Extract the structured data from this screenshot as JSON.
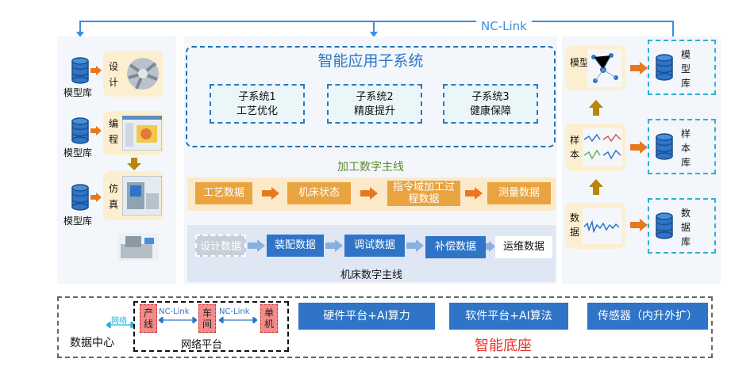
{
  "top_link": {
    "label": "NC-Link"
  },
  "left": {
    "rows": [
      {
        "db_label": "模型库",
        "stage": "设计"
      },
      {
        "db_label": "模型库",
        "stage": "编程"
      },
      {
        "db_label": "模型库",
        "stage": "仿真"
      }
    ]
  },
  "middle": {
    "app_title": "智能应用子系统",
    "subsystems": [
      {
        "line1": "子系统1",
        "line2": "工艺优化"
      },
      {
        "line1": "子系统2",
        "line2": "精度提升"
      },
      {
        "line1": "子系统3",
        "line2": "健康保障"
      }
    ],
    "process_thread_title": "加工数字主线",
    "process_steps": [
      "工艺数据",
      "机床状态",
      "指令域加工过程数据",
      "测量数据"
    ],
    "machine_steps": [
      "设计数据",
      "装配数据",
      "调试数据",
      "补偿数据",
      "运维数据"
    ],
    "machine_thread_title": "机床数字主线"
  },
  "right": {
    "rows": [
      {
        "label": "模型",
        "db": "模型库"
      },
      {
        "label": "样本",
        "db": "样本库"
      },
      {
        "label": "数据",
        "db": "数据库"
      }
    ]
  },
  "bottom": {
    "data_center": "数据中心",
    "network_small": "网络",
    "network_cells": [
      "产线",
      "车间",
      "单机"
    ],
    "nclink_1": "NC-Link",
    "nclink_2": "NC-Link",
    "network_platform": "网络平台",
    "platform_boxes": [
      "硬件平台+AI算力",
      "软件平台+AI算法",
      "传感器（内升外扩）"
    ],
    "base_title": "智能底座"
  },
  "colors": {
    "accent_blue": "#2f74c6",
    "orange": "#e9a441",
    "red_title": "#e8322b"
  }
}
